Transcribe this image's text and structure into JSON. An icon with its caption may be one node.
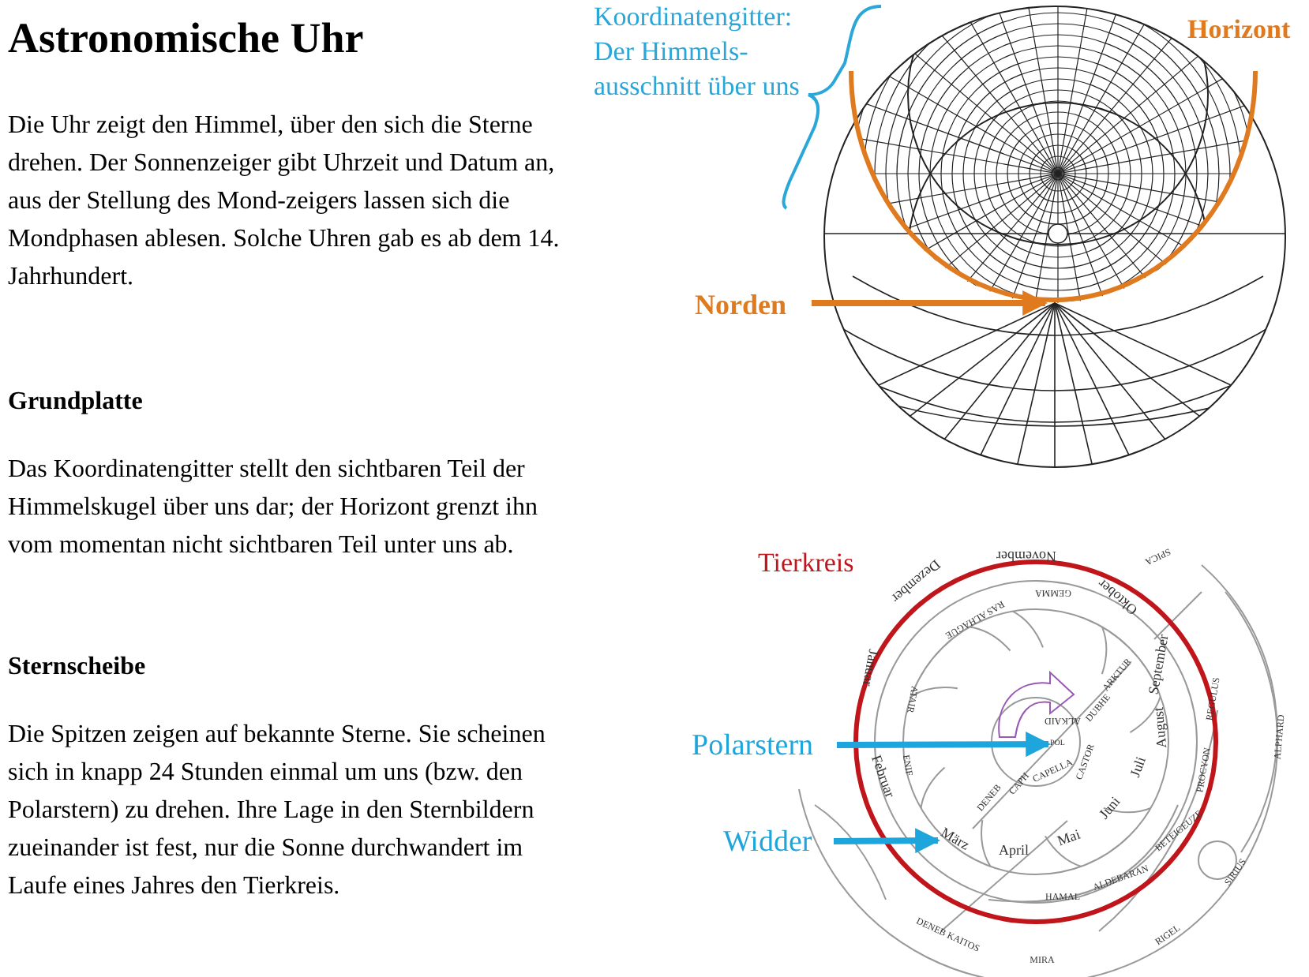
{
  "diagram": {
    "title": "Astronomische Uhr",
    "nodes": [
      {
        "text": [
          "Norden"
        ]
      },
      {
        "text": [
          "Polarstern"
        ]
      },
      {
        "text": [
          "Widder"
        ]
      },
      {
        "text": [
          "POL"
        ]
      },
      {
        "text": [
          "März"
        ]
      }
    ],
    "edges": [
      {
        "from": 0,
        "to": null,
        "arrow": "to",
        "color": "#e07a1f"
      },
      {
        "from": 1,
        "to": 3,
        "arrow": "to"
      },
      {
        "from": 2,
        "to": 4,
        "arrow": "to"
      }
    ],
    "labels": [
      "Die Uhr zeigt den Himmel, über den sich die Sterne drehen. Der Sonnenzeiger gibt Uhrzeit und Datum an, aus der Stellung des Mond-zeigers lassen sich die Mondphasen ablesen. Solche Uhren gab es ab dem 14. Jahrhundert.",
      "Grundplatte",
      "Das Koordinatengitter stellt den sichtbaren Teil der Himmelskugel über uns dar; der Horizont grenzt ihn vom momentan nicht sichtbaren Teil unter uns ab.",
      "Sternscheibe",
      "Die Spitzen zeigen auf bekannte Sterne. Sie scheinen sich in knapp 24 Stunden einmal um uns (bzw. den Polarstern) zu drehen. Ihre Lage in den Sternbildern zueinander ist fest, nur die Sonne durchwandert im Laufe eines Jahres den Tierkreis.",
      "Koordinatengitter: Der Himmels-ausschnitt über uns",
      "Horizont",
      "Tierkreis",
      "November",
      "SPICA",
      "Dezember",
      "GEMMA",
      "Oktober",
      "RAS ALHAGUE",
      "Januar",
      "September",
      "ARKTUR",
      "ATAIR",
      "DUBHE",
      "ALKAID",
      "REGULUS",
      "August",
      "ALPHARD",
      "Februar",
      "ENIF",
      "CASTOR",
      "CAPELLA",
      "Juli",
      "PROCYON",
      "CAPH",
      "DENEB",
      "Juni",
      "BETEIGEUZE",
      "Mai",
      "April",
      "ALDEBARAN",
      "SIRIUS",
      "HAMAL",
      "DENEB KAITOS",
      "RIGEL",
      "MIRA"
    ]
  }
}
